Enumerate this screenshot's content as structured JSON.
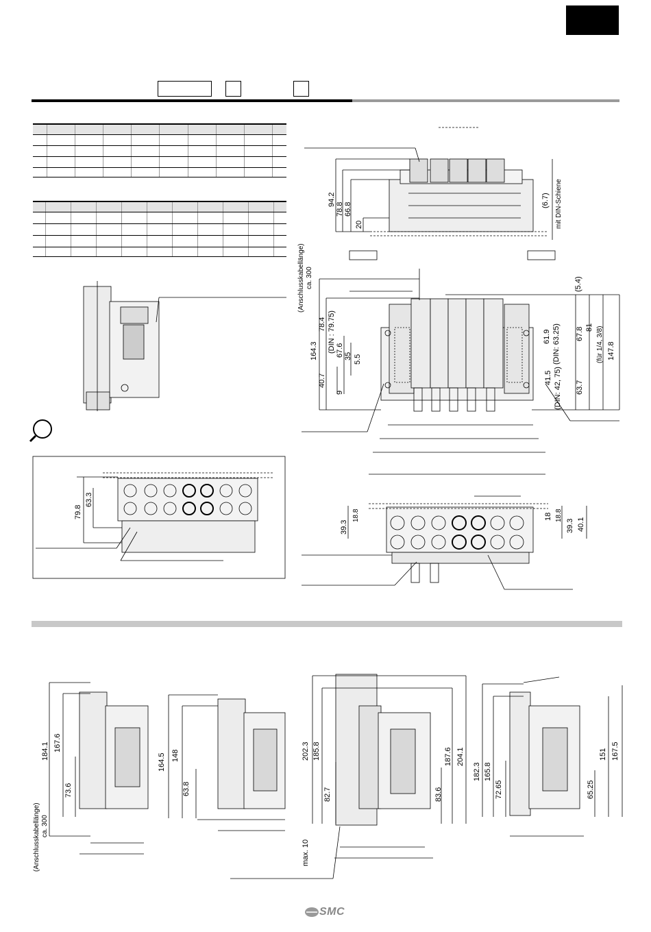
{
  "header": {
    "label_boxes": [
      "",
      "",
      ""
    ]
  },
  "top_view": {
    "dims": [
      "94.2",
      "78.8",
      "66.8",
      "20",
      "(6.7)"
    ],
    "din_note": "mit DIN-Schiene"
  },
  "front_view": {
    "cable_note": "(Anschlusskabellänge)",
    "cable_len": "ca. 300",
    "left_dims": [
      "164.3",
      "78.4",
      "(DIN : 79.75)",
      "67.6",
      "35",
      "5.5",
      "40.7",
      "9"
    ],
    "right_dims": [
      "(5.4)",
      "61.9",
      "(DIN: 63.25)",
      "67.8",
      "81",
      "(für 1/4, 3/8)",
      "147.8",
      "41.5",
      "(DIN: 42, 75)",
      "63.7"
    ]
  },
  "bottom_view": {
    "dims": [
      "39.3",
      "18.8",
      "18",
      "18.8",
      "39.3",
      "40.1"
    ]
  },
  "inset": {
    "dims": [
      "79.8",
      "63.3"
    ]
  },
  "side_views": [
    {
      "dims": [
        "184.1",
        "167.6",
        "73.6"
      ],
      "cable_note": "(Anschlusskabellänge)",
      "cable_len": "ca. 300"
    },
    {
      "dims": [
        "164.5",
        "148",
        "63.8"
      ]
    },
    {
      "dims": [
        "202.3",
        "185.8",
        "82.7",
        "max. 10",
        "187.6",
        "204.1",
        "83.6"
      ]
    },
    {
      "dims": [
        "182.3",
        "165.8",
        "72.65",
        "151",
        "167.5",
        "65.25"
      ]
    }
  ],
  "footer": {
    "logo": "SMC"
  }
}
